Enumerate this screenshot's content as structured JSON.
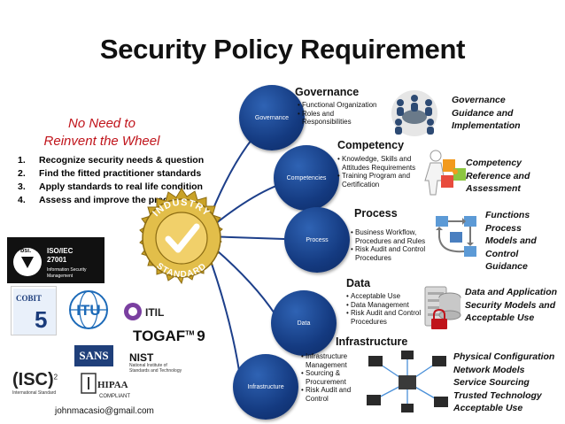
{
  "title": "Security Policy Requirement",
  "tagline": [
    "No Need to",
    "Reinvent the Wheel"
  ],
  "steps": [
    {
      "num": "1.",
      "text": "Recognize security needs & question"
    },
    {
      "num": "2.",
      "text": "Find the fitted practitioner standards"
    },
    {
      "num": "3.",
      "text": "Apply standards to real life condition"
    },
    {
      "num": "4.",
      "text": "Assess  and improve the practice"
    }
  ],
  "seal": {
    "top": "INDUSTRY",
    "bottom": "STANDARD"
  },
  "logos": {
    "bsi": "bsi.",
    "iso": [
      "ISO/IEC",
      "27001"
    ],
    "iso_sub": [
      "Information Security",
      "Management"
    ],
    "cobit": "COBIT",
    "cobit_num": "5",
    "itu": "ITU",
    "itil": "ITIL",
    "togaf": "TOGAF",
    "togaf_tm": "TM",
    "togaf_num": "9",
    "sans": "SANS",
    "nist": "NIST",
    "nist_sub": [
      "National Institute of",
      "Standards and Technology"
    ],
    "isc": "(ISC)",
    "isc_sup": "2",
    "isc_sub": "International Standard",
    "hipaa": "HIPAA",
    "hipaa_sub": "COMPLIANT"
  },
  "email": "johnmacasio@gmail.com",
  "sections": [
    {
      "node": "Governance",
      "title": "Governance",
      "bullets": [
        "Functional Organization",
        "Roles and Responsibilities"
      ],
      "icon": "team-meeting-icon",
      "side": [
        "Governance",
        "Guidance and",
        "Implementation"
      ]
    },
    {
      "node": "Competencies",
      "title": "Competency",
      "bullets": [
        "Knowledge, Skills and Attitudes Requirements",
        "Training Program and Certification"
      ],
      "icon": "puzzle-person-icon",
      "side": [
        "Competency",
        "Reference and",
        "Assessment"
      ]
    },
    {
      "node": "Process",
      "title": "Process",
      "bullets": [
        "Business Workflow, Procedures and Rules",
        "Risk Audit and Control Procedures"
      ],
      "icon": "workflow-arrows-icon",
      "side": [
        "Functions",
        "Process",
        "Models and",
        "Control",
        "Guidance"
      ]
    },
    {
      "node": "Data",
      "title": "Data",
      "bullets": [
        "Acceptable Use",
        "Data Management",
        "Risk Audit and Control Procedures"
      ],
      "icon": "database-lock-icon",
      "side": [
        "Data and Application",
        " Security Models and",
        "Acceptable  Use"
      ]
    },
    {
      "node": "Infrastructure",
      "title": "Infrastructure",
      "bullets": [
        "Infrastructure Management",
        "Sourcing & Procurement",
        "Risk Audit and Control"
      ],
      "icon": "network-servers-icon",
      "side": [
        "Physical Configuration",
        "Network  Models",
        "Service Sourcing",
        "Trusted Technology",
        "Acceptable Use"
      ]
    }
  ],
  "colors": {
    "accent_red": "#c0141b",
    "node_blue": "#143a80",
    "seal_gold": "#c9a227"
  }
}
